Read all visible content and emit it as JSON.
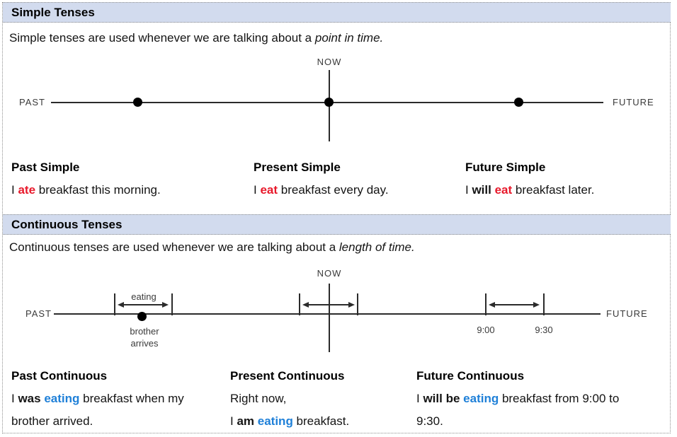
{
  "colors": {
    "accent_red": "#e8192b",
    "accent_blue": "#1f80d8",
    "header_bg": "#d2dbee",
    "border_gray": "#8f8f8f"
  },
  "sections": {
    "simple": {
      "title": "Simple Tenses",
      "intro": {
        "plain": "Simple tenses are used whenever we are talking about a ",
        "italic": "point in time."
      },
      "diagram": {
        "now": "NOW",
        "past": "PAST",
        "future": "FUTURE"
      },
      "examples": [
        {
          "heading": "Past Simple",
          "parts": [
            "I ",
            "ate",
            " breakfast this morning."
          ]
        },
        {
          "heading": "Present Simple",
          "parts": [
            "I ",
            "eat",
            " breakfast every day."
          ]
        },
        {
          "heading": "Future Simple",
          "parts": [
            "I ",
            "will",
            " ",
            "eat",
            " breakfast later."
          ]
        }
      ]
    },
    "continuous": {
      "title": "Continuous Tenses",
      "intro": {
        "plain": "Continuous tenses are used whenever we are talking about a ",
        "italic": "length of time."
      },
      "diagram": {
        "now": "NOW",
        "past": "PAST",
        "future": "FUTURE",
        "eating_label": "eating",
        "event_line1": "brother",
        "event_line2": "arrives",
        "time_start": "9:00",
        "time_end": "9:30"
      },
      "examples": [
        {
          "heading": "Past Continuous",
          "line1": [
            "I ",
            "was",
            " ",
            "eating",
            " breakfast when my"
          ],
          "line2": [
            "brother arrived."
          ]
        },
        {
          "heading": "Present Continuous",
          "line1": [
            "Right now,"
          ],
          "line2": [
            "I ",
            "am",
            " ",
            "eating",
            " breakfast."
          ]
        },
        {
          "heading": "Future Continuous",
          "line1": [
            "I ",
            "will be",
            " ",
            "eating",
            " breakfast from 9:00 to"
          ],
          "line2": [
            "9:30."
          ]
        }
      ]
    }
  }
}
